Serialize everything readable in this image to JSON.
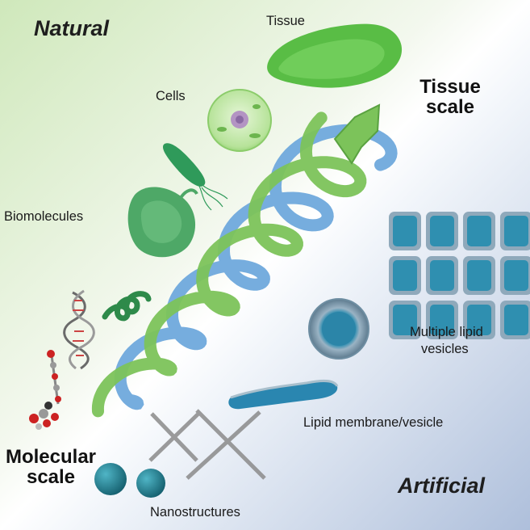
{
  "corners": {
    "top_left": "Natural",
    "bottom_right": "Artificial"
  },
  "scales": {
    "top": [
      "Tissue",
      "scale"
    ],
    "bottom": [
      "Molecular",
      "scale"
    ]
  },
  "labels": {
    "tissue": "Tissue",
    "cells": "Cells",
    "biomolecules": "Biomolecules",
    "multiple_lipid_vesicles": [
      "Multiple lipid",
      "vesicles"
    ],
    "lipid_membrane": "Lipid membrane/vesicle",
    "nanostructures": "Nanostructures"
  },
  "colors": {
    "natural_green": "#7cc35a",
    "artificial_blue": "#6ea6d9",
    "tissue_green": "#5fc24a",
    "cell_green": "#a8dd86",
    "bacteria_green": "#2f9a5a",
    "vesicle_blue": "#2f8fb0",
    "nanoparticle_teal": "#1f7a8e"
  }
}
